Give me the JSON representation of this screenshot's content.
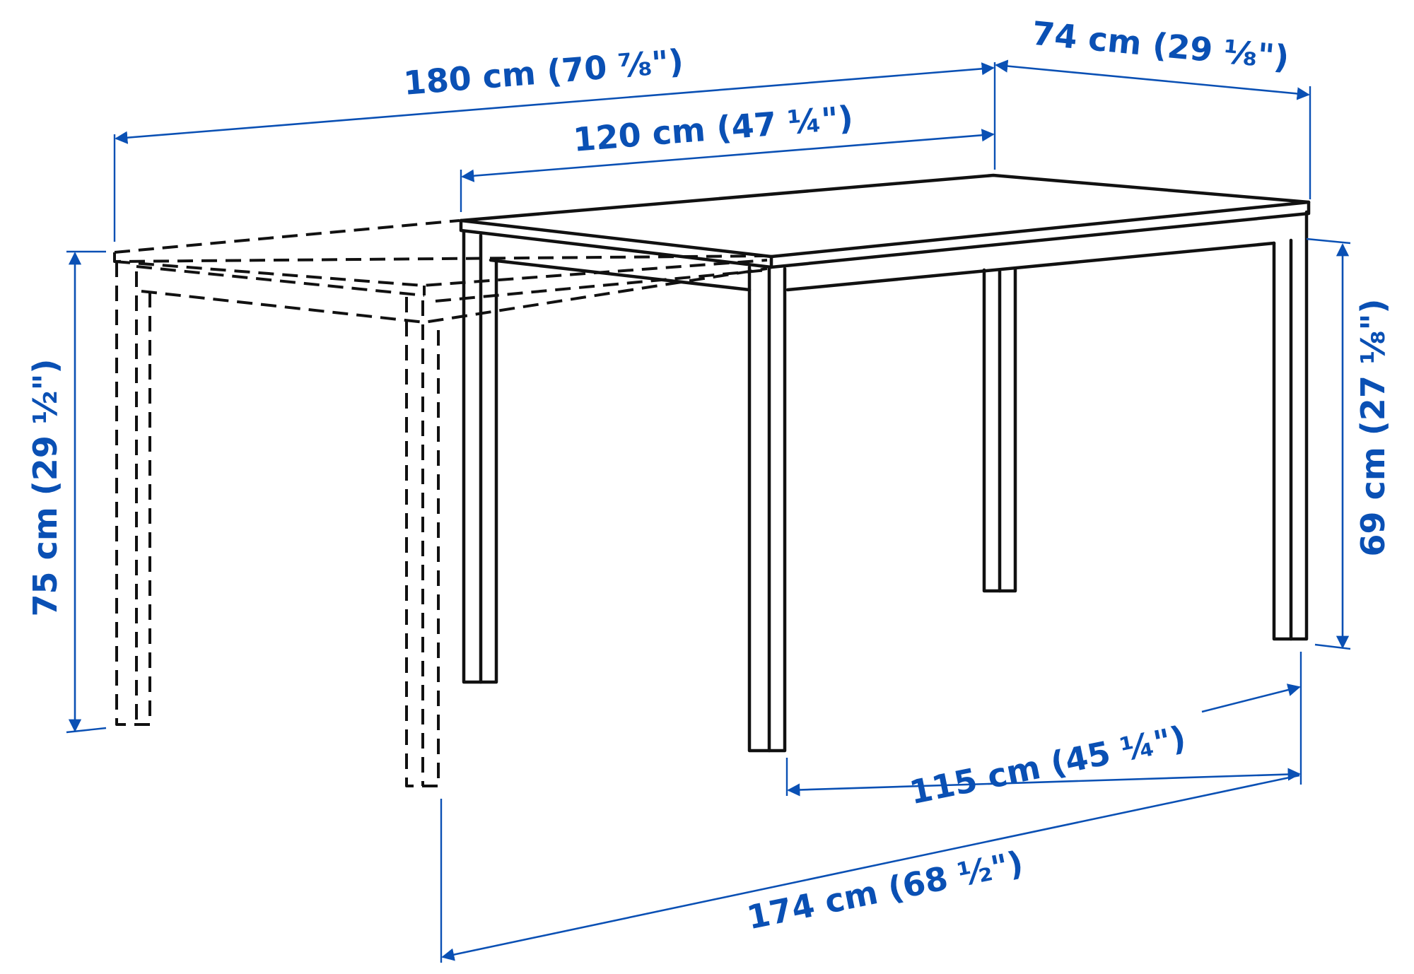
{
  "colors": {
    "dimension": "#0a50b4",
    "line": "#111111",
    "background": "#ffffff"
  },
  "dimensions": {
    "extended_length": "180 cm (70 ⅞\")",
    "depth": "74 cm (29 ⅛\")",
    "tabletop_length": "120 cm (47 ¼\")",
    "total_height": "75 cm (29 ½\")",
    "leg_clearance_height": "69 cm (27 ⅛\")",
    "leg_span_base": "115 cm (45 ¼\")",
    "leg_span_extended": "174 cm (68 ½\")"
  }
}
